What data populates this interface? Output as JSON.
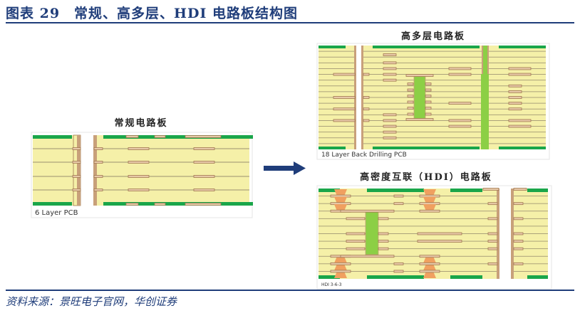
{
  "figure": {
    "title": "图表 29　常规、高多层、HDI 电路板结构图",
    "source": "资料来源：景旺电子官网，华创证券"
  },
  "diagrams": {
    "regular": {
      "title": "常规电路板",
      "label": "6 Layer PCB"
    },
    "multilayer": {
      "title": "高多层电路板",
      "label": "18 Layer Back Drilling PCB"
    },
    "hdi": {
      "title": "高密度互联（HDI）电路板",
      "label": "HDI 3-6-3"
    }
  },
  "colors": {
    "accent": "#1f3d7a",
    "board": "#f5f0a8",
    "copper": "#c8a07a",
    "mask": "#1aa64a",
    "via": "#8ccf45",
    "microvia": "#f0a060"
  }
}
